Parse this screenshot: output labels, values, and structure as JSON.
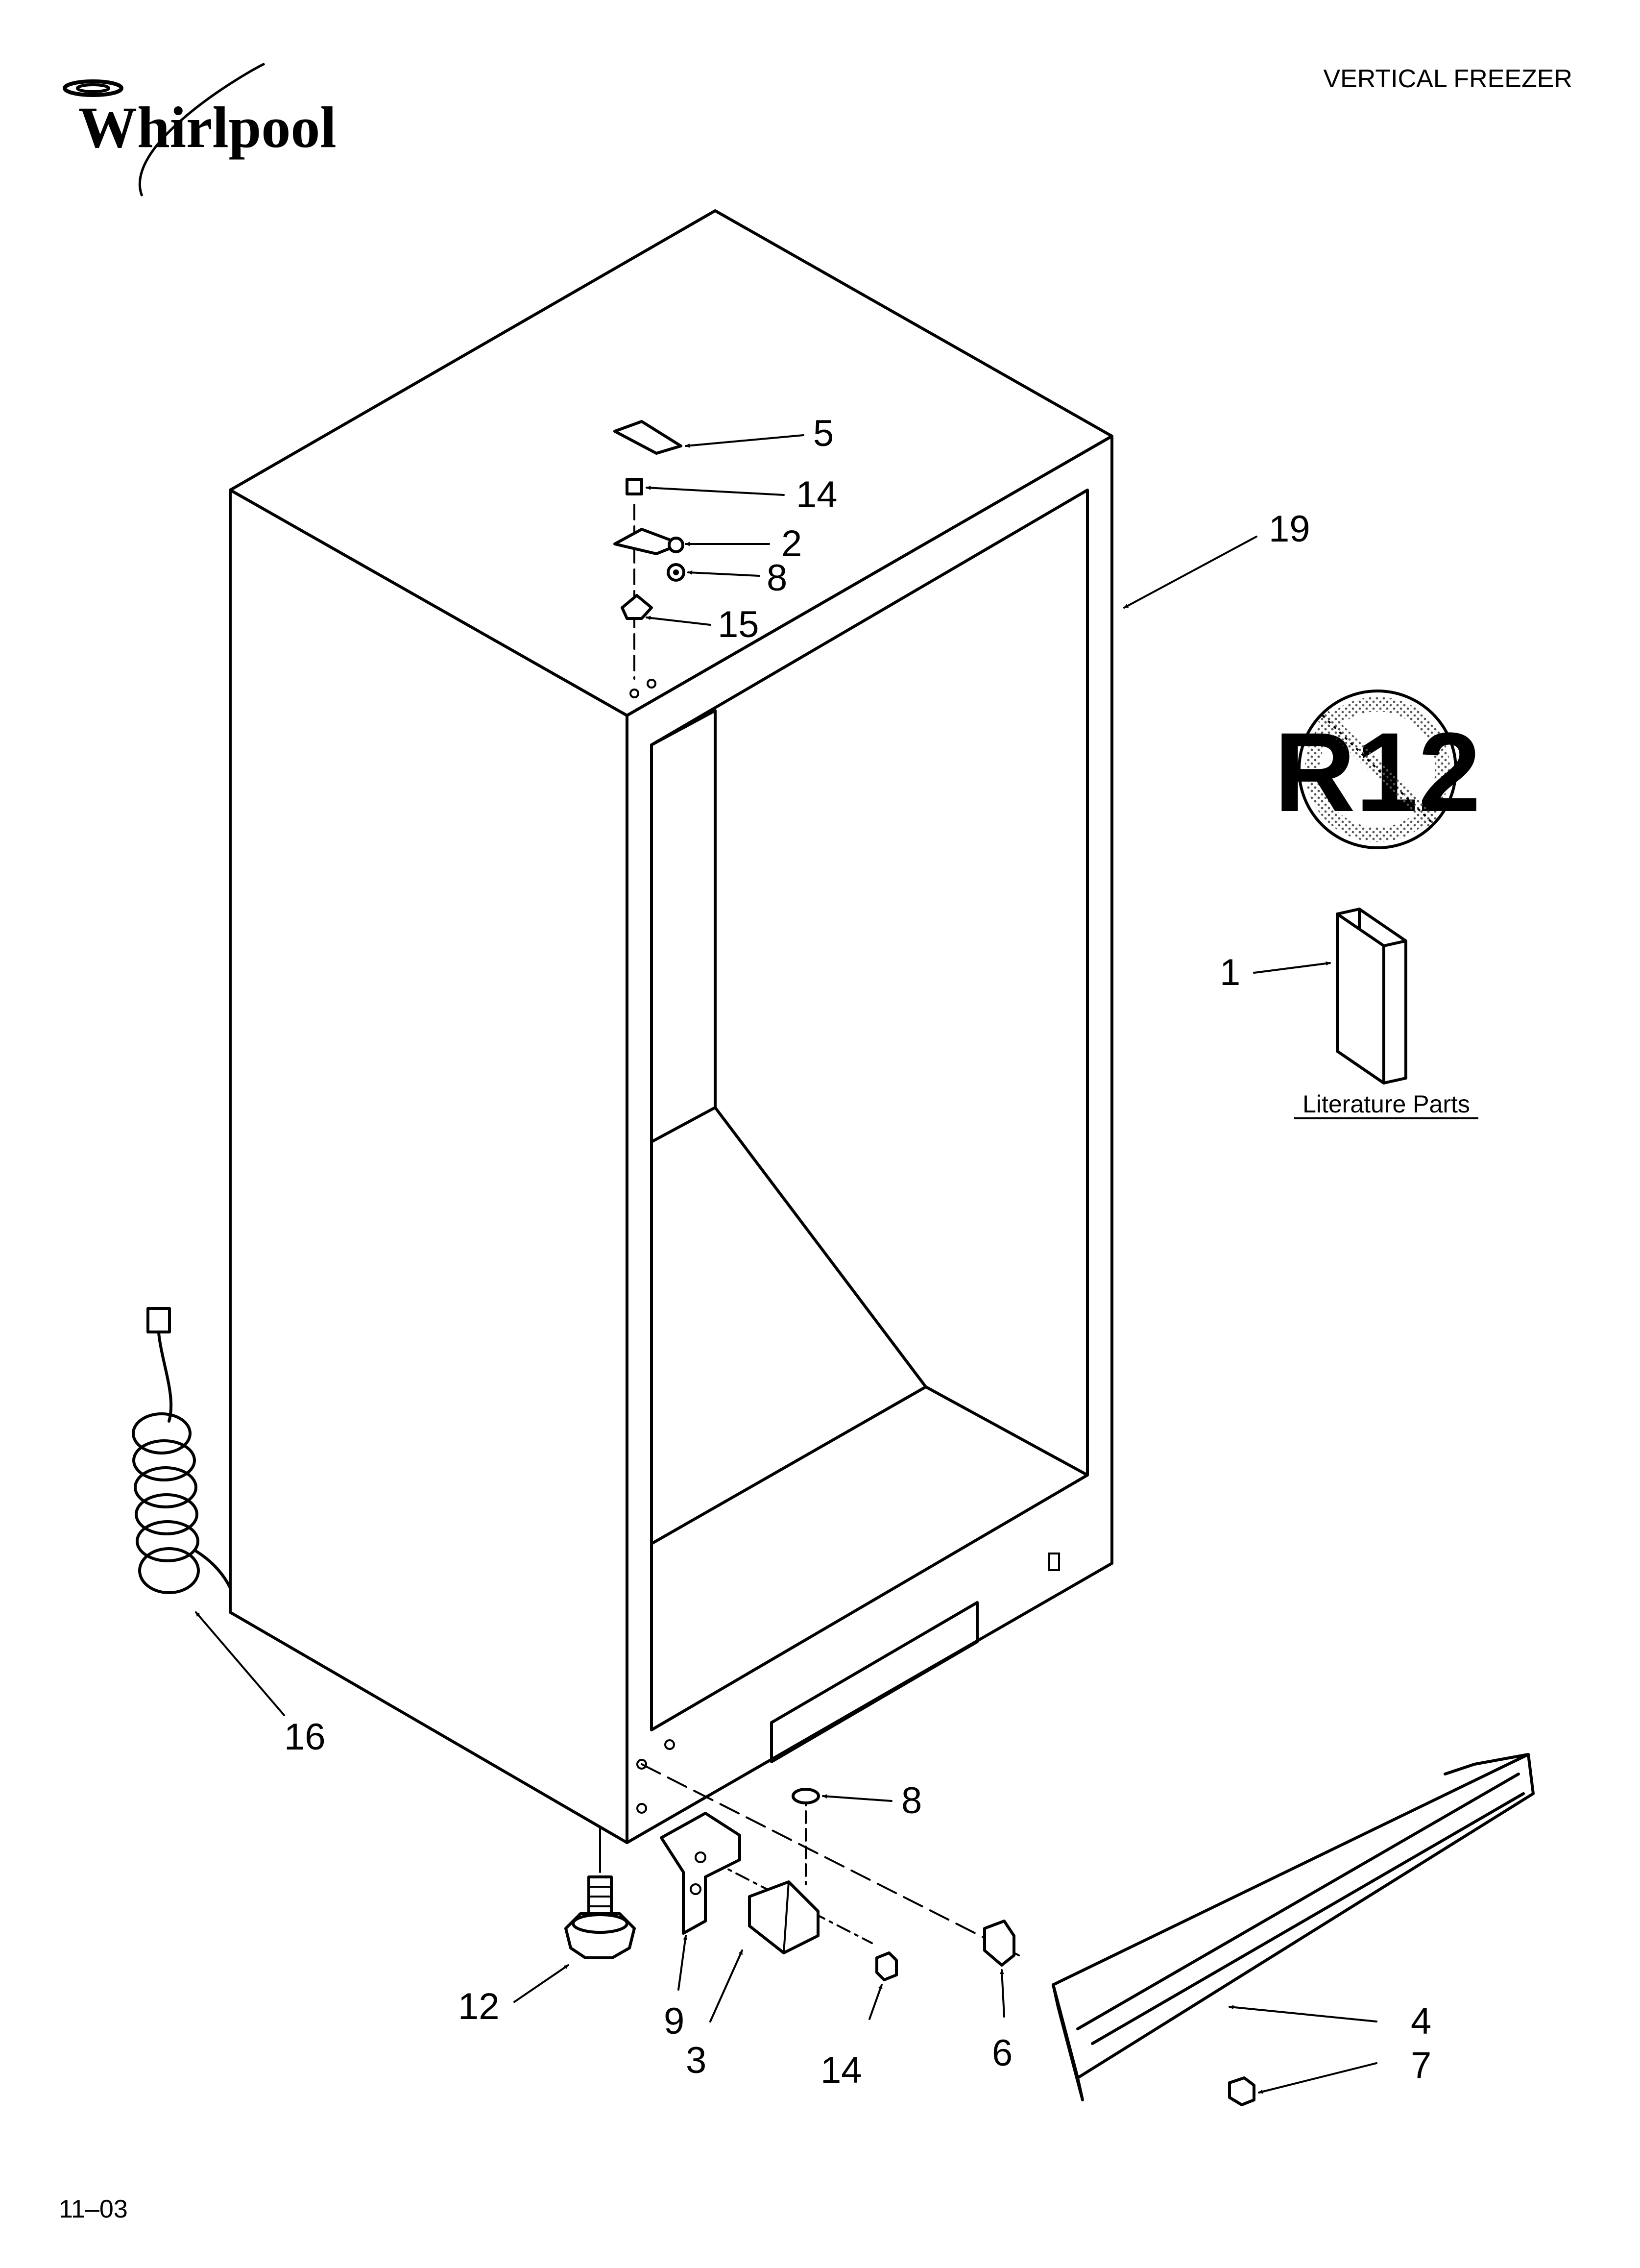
{
  "header": {
    "brand": "Whirlpool",
    "title": "VERTICAL FREEZER"
  },
  "footer": {
    "code": "11–03"
  },
  "badge": {
    "text": "R12",
    "icon": "no-r12-icon"
  },
  "literature": {
    "label": "Literature Parts"
  },
  "callouts": [
    {
      "id": "c5",
      "text": "5"
    },
    {
      "id": "c14a",
      "text": "14"
    },
    {
      "id": "c2",
      "text": "2"
    },
    {
      "id": "c8a",
      "text": "8"
    },
    {
      "id": "c15",
      "text": "15"
    },
    {
      "id": "c19",
      "text": "19"
    },
    {
      "id": "c1",
      "text": "1"
    },
    {
      "id": "c16",
      "text": "16"
    },
    {
      "id": "c8b",
      "text": "8"
    },
    {
      "id": "c12",
      "text": "12"
    },
    {
      "id": "c9",
      "text": "9"
    },
    {
      "id": "c3",
      "text": "3"
    },
    {
      "id": "c14b",
      "text": "14"
    },
    {
      "id": "c6",
      "text": "6"
    },
    {
      "id": "c4",
      "text": "4"
    },
    {
      "id": "c7",
      "text": "7"
    }
  ]
}
